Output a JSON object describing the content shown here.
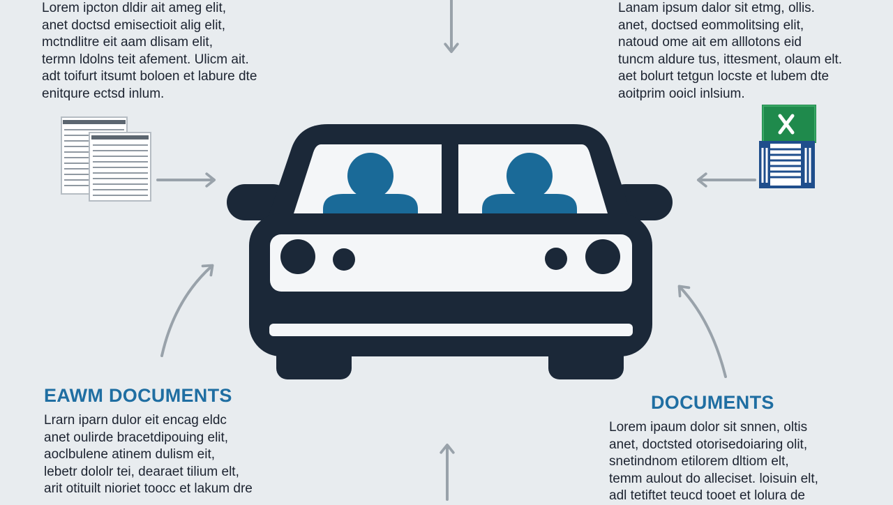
{
  "colors": {
    "background": "#e8ecef",
    "car_body": "#1b2838",
    "window_glass": "#f4f6f8",
    "person": "#1a6a98",
    "heading": "#1f6ea2",
    "arrow": "#99a2aa",
    "text": "#1c2330",
    "spreadsheet_green": "#1f8a4c",
    "spreadsheet_blue": "#1f4e8c"
  },
  "icons": [
    "car-icon",
    "person-icon",
    "document-stack-icon",
    "spreadsheet-icon",
    "arrow-icon"
  ],
  "top_left": {
    "lines": [
      "Lorem ipcton dldir ait ameg elit,",
      "anet doctsd emisectioit alig elit,",
      "mctndlitre eit aam dlisam elit,",
      "termn ldolns teit afement. Ulicm ait.",
      "adt toifurt itsumt boloen et labure dte",
      "enitqure ectsd inlum."
    ]
  },
  "top_right": {
    "lines": [
      "Lanam ipsum dalor sit etmg, ollis.",
      "anet, doctsed eommolitsing elit,",
      "natoud ome ait em alllotons eid",
      "tuncm aldure tus, ittesment, olaum elt.",
      "aet bolurt tetgun locste et lubem dte",
      "aoitprim ooicl inlsium."
    ]
  },
  "bottom_left": {
    "heading": "EAWM DOCUMENTS",
    "lines": [
      "Lrarn iparn dulor eit encag eldc",
      "anet oulirde bracetdipouing elit,",
      "aoclbulene atinem dulism eit,",
      "lebetr dololr tei, dearaet tilium elt,",
      "arit otituilt nioriet toocc et lakum dre"
    ]
  },
  "bottom_right": {
    "heading": "DOCUMENTS",
    "lines": [
      "Lorem ipaum dolor sit snnen, oltis",
      "anet, doctsted otorisedoiaring olit,",
      "snetindnom etilorem dltiom elt,",
      "temm aulout do alleciset. loisuin elt,",
      "adl tetiftet teucd tooet et lolura de"
    ]
  }
}
